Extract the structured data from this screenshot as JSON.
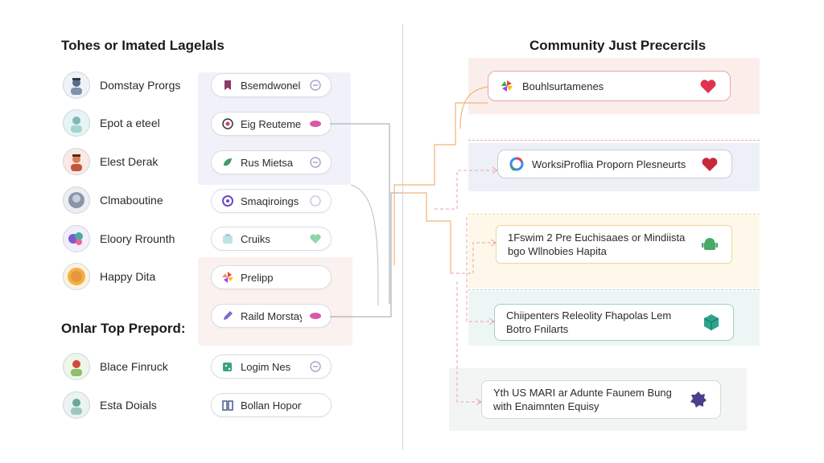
{
  "left": {
    "heading_top": "Tohes or Imated Lagelals",
    "heading_bottom": "Onlar Top Prepord:",
    "people": [
      {
        "name": "Domstay Prorgs",
        "pill": "Bsemdwonel"
      },
      {
        "name": "Epot a eteel",
        "pill": "Eig Reutement"
      },
      {
        "name": "Elest Derak",
        "pill": "Rus Mietsa"
      },
      {
        "name": "Clmaboutine",
        "pill": "Smaqiroings"
      },
      {
        "name": "Eloory Rrounth",
        "pill": "Cruiks"
      },
      {
        "name": "Happy Dita",
        "pill": "Prelipp"
      },
      {
        "name": "",
        "pill": "Raild Morstay"
      },
      {
        "name": "Blace Finruck",
        "pill": "Logim Nes"
      },
      {
        "name": "Esta Doials",
        "pill": "Bollan Hoports"
      }
    ]
  },
  "right": {
    "heading": "Community Just Precercils",
    "cards": [
      {
        "text": "Bouhlsurtamenes",
        "icon": "puzzle-icon",
        "trail": "heart-icon"
      },
      {
        "text": "WorksiProflia Proporn Plesneurts",
        "icon": "google-icon",
        "trail": "heart-icon"
      },
      {
        "text": "1Fswim 2 Pre Euchisaaes or Mindiista bgo Wllnobies Hapita",
        "icon": "",
        "trail": "android-icon"
      },
      {
        "text": "Chiipenters Releolity Fhapolas Lem Botro Fnilarts",
        "icon": "",
        "trail": "cube-icon"
      },
      {
        "text": "Yth US MARI ar Adunte Faunem Bung with Enaimnten Equisy",
        "icon": "",
        "trail": "badge-icon"
      }
    ]
  },
  "colors": {
    "divider": "#d3d6db",
    "heart": "#e0334f",
    "connector_orange": "#f3b47a",
    "connector_gray": "#9aa0aa",
    "connector_pink": "#e8a3a6"
  }
}
